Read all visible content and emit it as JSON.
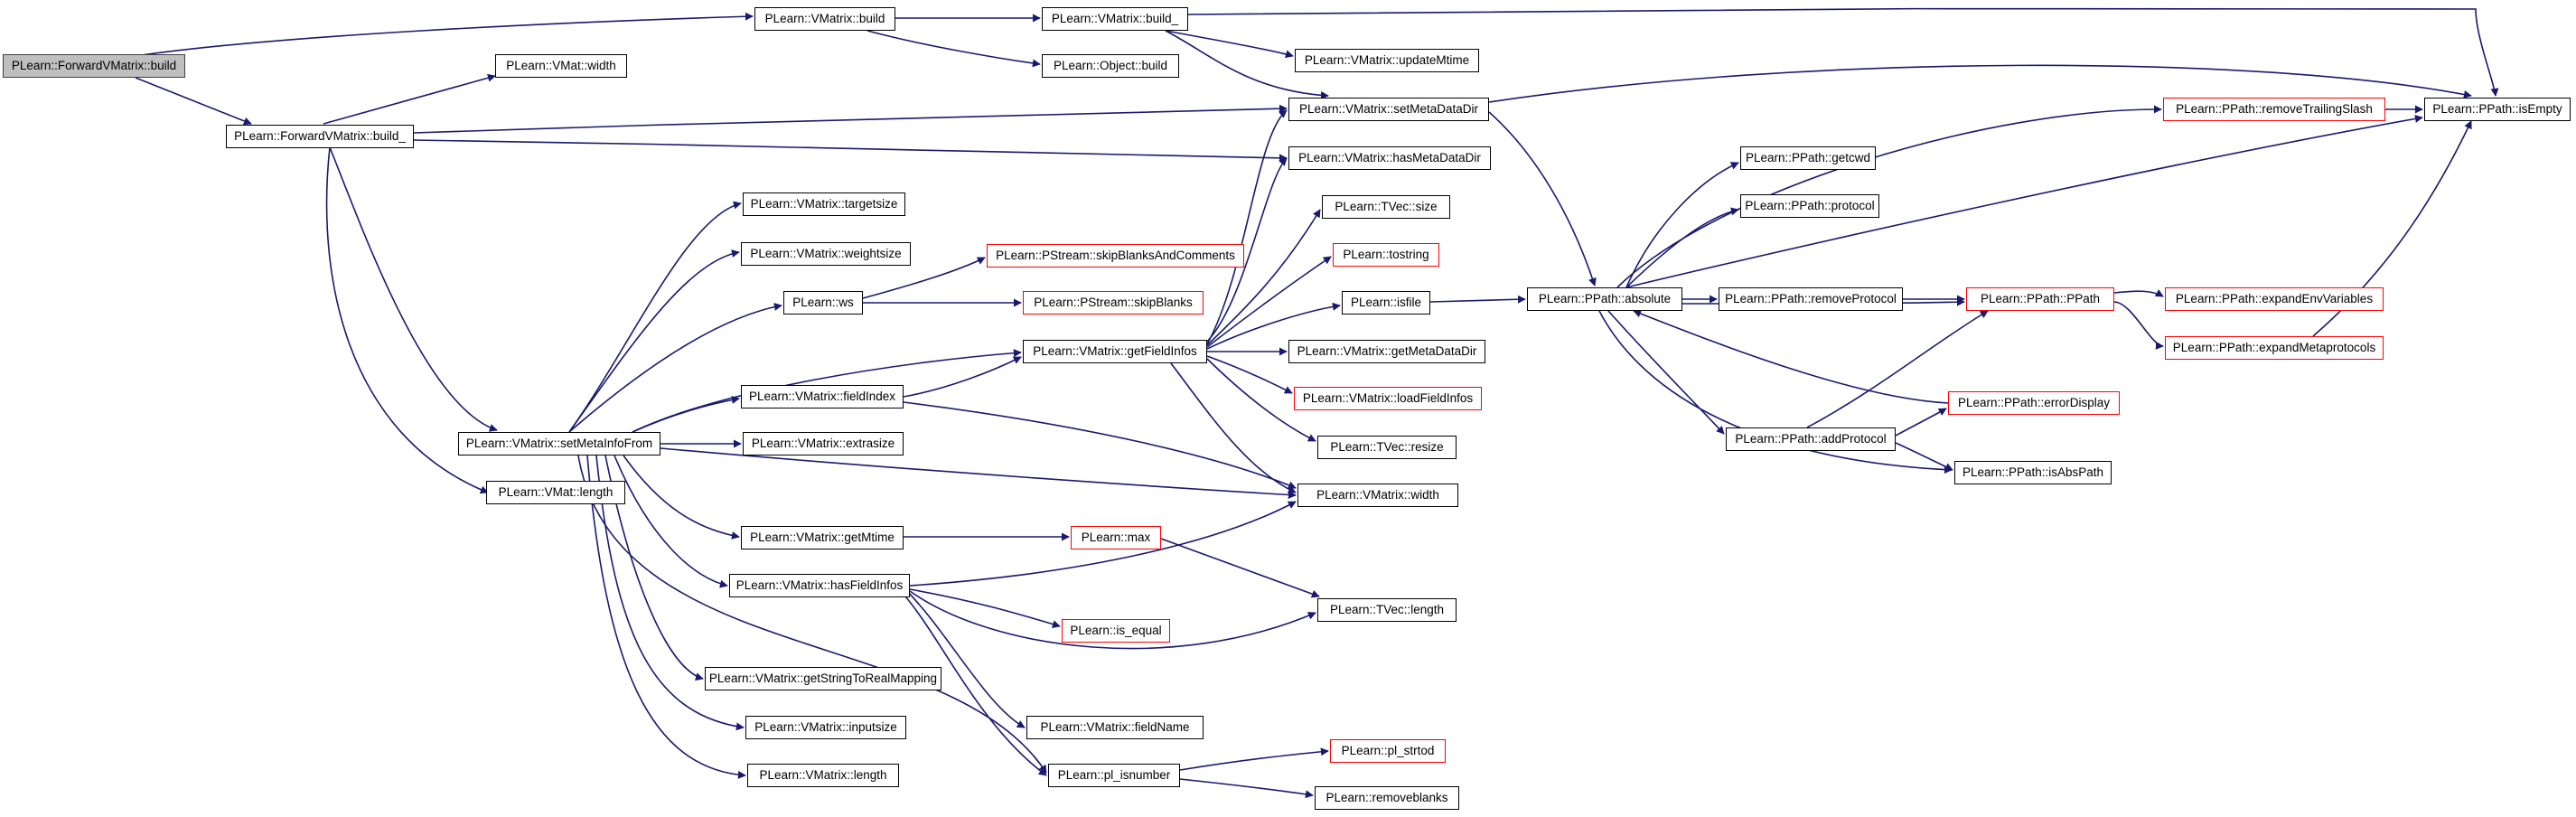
{
  "graph": {
    "root": "PLearn::ForwardVMatrix::build",
    "colors": {
      "edge": "#191970",
      "root_fill": "#bfbfbf",
      "node_border": "#000000",
      "truncated_border": "#ff0000"
    },
    "nodes": {
      "fv_build": "PLearn::ForwardVMatrix::build",
      "fv_build_": "PLearn::ForwardVMatrix::build_",
      "vm_build": "PLearn::VMatrix::build",
      "vm_build_": "PLearn::VMatrix::build_",
      "obj_build": "PLearn::Object::build",
      "vm_updateMtime": "PLearn::VMatrix::updateMtime",
      "vmat_width": "PLearn::VMat::width",
      "vm_setMetaDataDir": "PLearn::VMatrix::setMetaDataDir",
      "vm_hasMetaDataDir": "PLearn::VMatrix::hasMetaDataDir",
      "vm_targetsize": "PLearn::VMatrix::targetsize",
      "vm_weightsize": "PLearn::VMatrix::weightsize",
      "ws": "PLearn::ws",
      "ps_skipBAC": "PLearn::PStream::skipBlanksAndComments",
      "ps_skipBlanks": "PLearn::PStream::skipBlanks",
      "vm_getFieldInfos": "PLearn::VMatrix::getFieldInfos",
      "vm_fieldIndex": "PLearn::VMatrix::fieldIndex",
      "vm_setMetaInfoFrom": "PLearn::VMatrix::setMetaInfoFrom",
      "vm_extrasize": "PLearn::VMatrix::extrasize",
      "vmat_length": "PLearn::VMat::length",
      "vm_getMtime": "PLearn::VMatrix::getMtime",
      "vm_hasFieldInfos": "PLearn::VMatrix::hasFieldInfos",
      "is_equal": "PLearn::is_equal",
      "vm_getStrToReal": "PLearn::VMatrix::getStringToRealMapping",
      "vm_inputsize": "PLearn::VMatrix::inputsize",
      "vm_length": "PLearn::VMatrix::length",
      "vm_fieldName": "PLearn::VMatrix::fieldName",
      "pl_isnumber": "PLearn::pl_isnumber",
      "pl_strtod": "PLearn::pl_strtod",
      "removeblanks": "PLearn::removeblanks",
      "tvec_size": "PLearn::TVec::size",
      "tostring": "PLearn::tostring",
      "isfile": "PLearn::isfile",
      "vm_getMetaDataDir": "PLearn::VMatrix::getMetaDataDir",
      "vm_loadFieldInfos": "PLearn::VMatrix::loadFieldInfos",
      "tvec_resize": "PLearn::TVec::resize",
      "vm_width": "PLearn::VMatrix::width",
      "max": "PLearn::max",
      "tvec_length": "PLearn::TVec::length",
      "pp_absolute": "PLearn::PPath::absolute",
      "pp_getcwd": "PLearn::PPath::getcwd",
      "pp_protocol": "PLearn::PPath::protocol",
      "pp_removeProtocol": "PLearn::PPath::removeProtocol",
      "pp_addProtocol": "PLearn::PPath::addProtocol",
      "pp_removeTrailingSlash": "PLearn::PPath::removeTrailingSlash",
      "pp_PPath": "PLearn::PPath::PPath",
      "pp_errorDisplay": "PLearn::PPath::errorDisplay",
      "pp_isAbsPath": "PLearn::PPath::isAbsPath",
      "pp_expandEnvVariables": "PLearn::PPath::expandEnvVariables",
      "pp_expandMetaprotocols": "PLearn::PPath::expandMetaprotocols",
      "pp_isEmpty": "PLearn::PPath::isEmpty"
    }
  }
}
